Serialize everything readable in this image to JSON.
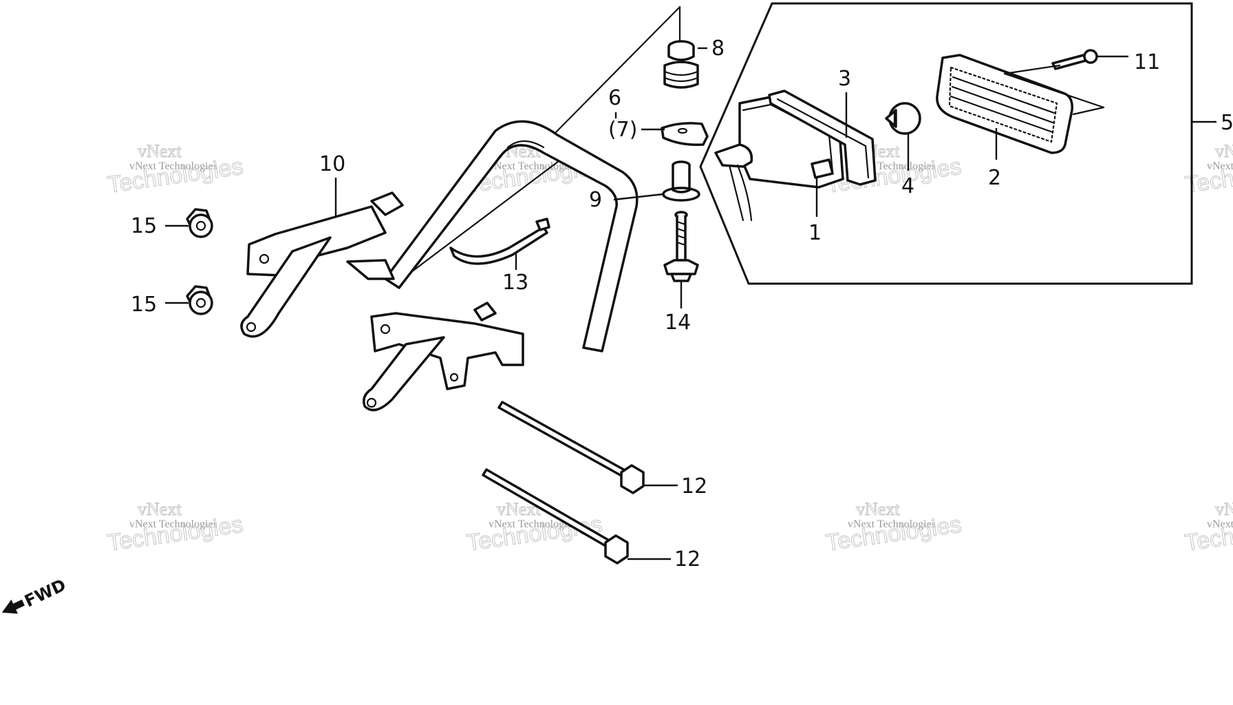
{
  "watermark": {
    "line1": "vNext",
    "line2": "vNext Technologies",
    "line3": "Technologies"
  },
  "callouts": [
    {
      "id": "c1",
      "text": "1"
    },
    {
      "id": "c2",
      "text": "2"
    },
    {
      "id": "c3",
      "text": "3"
    },
    {
      "id": "c4",
      "text": "4"
    },
    {
      "id": "c5",
      "text": "5"
    },
    {
      "id": "c6",
      "text": "6"
    },
    {
      "id": "c7",
      "text": "(7)"
    },
    {
      "id": "c8",
      "text": "8"
    },
    {
      "id": "c9",
      "text": "9"
    },
    {
      "id": "c10",
      "text": "10"
    },
    {
      "id": "c11",
      "text": "11"
    },
    {
      "id": "c12a",
      "text": "12"
    },
    {
      "id": "c12b",
      "text": "12"
    },
    {
      "id": "c13",
      "text": "13"
    },
    {
      "id": "c14",
      "text": "14"
    },
    {
      "id": "c15a",
      "text": "15"
    },
    {
      "id": "c15b",
      "text": "15"
    }
  ],
  "direction_label": "FWD",
  "icons": [
    "fwd-arrow-icon"
  ]
}
